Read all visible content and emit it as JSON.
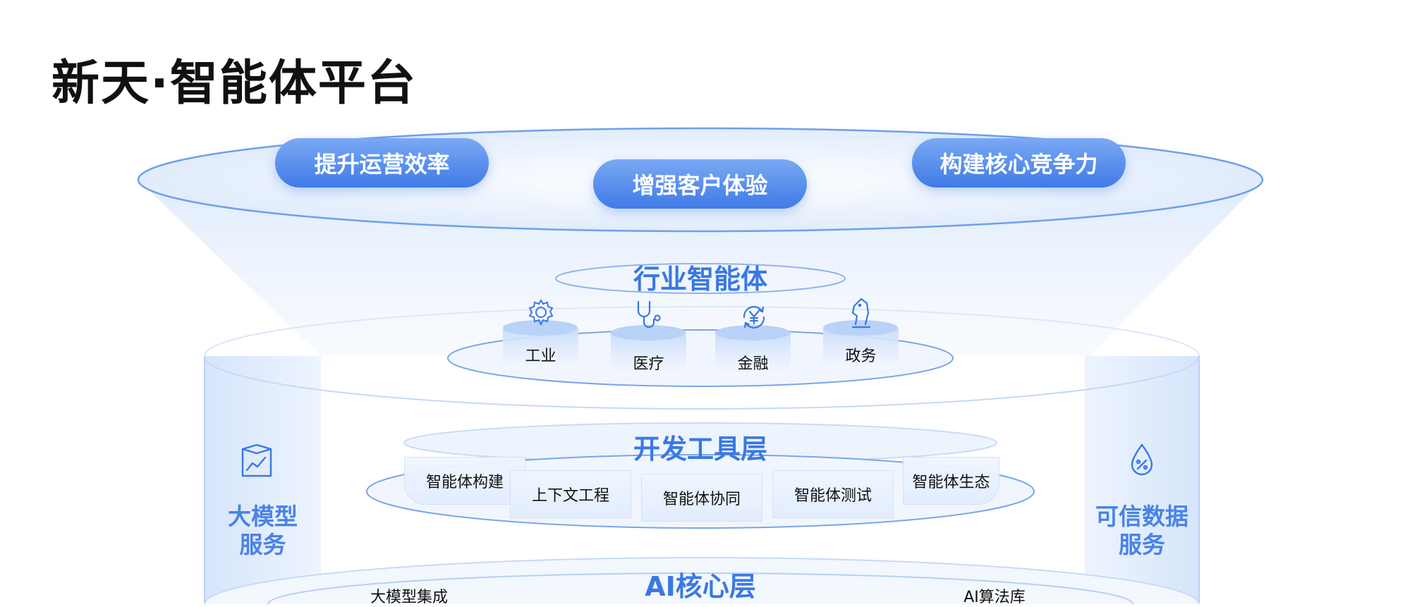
{
  "title": "新天·智能体平台",
  "goals": [
    {
      "label": "提升运营效率"
    },
    {
      "label": "增强客户体验"
    },
    {
      "label": "构建核心竞争力"
    }
  ],
  "industry_layer": {
    "title": "行业智能体",
    "items": [
      {
        "label": "工业",
        "icon": "gear-icon"
      },
      {
        "label": "医疗",
        "icon": "stethoscope-icon"
      },
      {
        "label": "金融",
        "icon": "yuan-cycle-icon"
      },
      {
        "label": "政务",
        "icon": "chess-knight-icon"
      }
    ]
  },
  "dev_layer": {
    "title": "开发工具层",
    "items": [
      "智能体构建",
      "上下文工程",
      "智能体协同",
      "智能体测试",
      "智能体生态"
    ]
  },
  "side_left": {
    "label_line1": "大模型",
    "label_line2": "服务",
    "icon": "model-chart-icon"
  },
  "side_right": {
    "label_line1": "可信数据",
    "label_line2": "服务",
    "icon": "data-drop-icon"
  },
  "ai_layer": {
    "title": "AI核心层",
    "items": [
      "大模型集成",
      "AI算法库"
    ]
  },
  "colors": {
    "accent": "#3a78e4",
    "pill_top": "#7aa9f4",
    "pill_bottom": "#3f7ae6"
  }
}
